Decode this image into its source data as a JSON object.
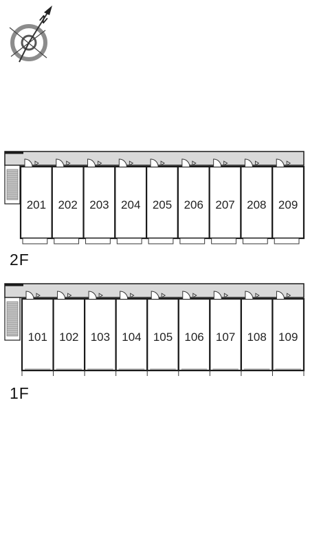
{
  "compass": {
    "letter": "N",
    "icon": "north-arrow-compass-icon"
  },
  "floors": [
    {
      "label": "2F",
      "units": [
        "201",
        "202",
        "203",
        "204",
        "205",
        "206",
        "207",
        "208",
        "209"
      ]
    },
    {
      "label": "1F",
      "units": [
        "101",
        "102",
        "103",
        "104",
        "105",
        "106",
        "107",
        "108",
        "109"
      ]
    }
  ],
  "colors": {
    "wall": "#1a1a1a",
    "corridor": "#d9d9d9",
    "stair": "#c8c8c8",
    "compass_ring": "#8c8c8c"
  }
}
